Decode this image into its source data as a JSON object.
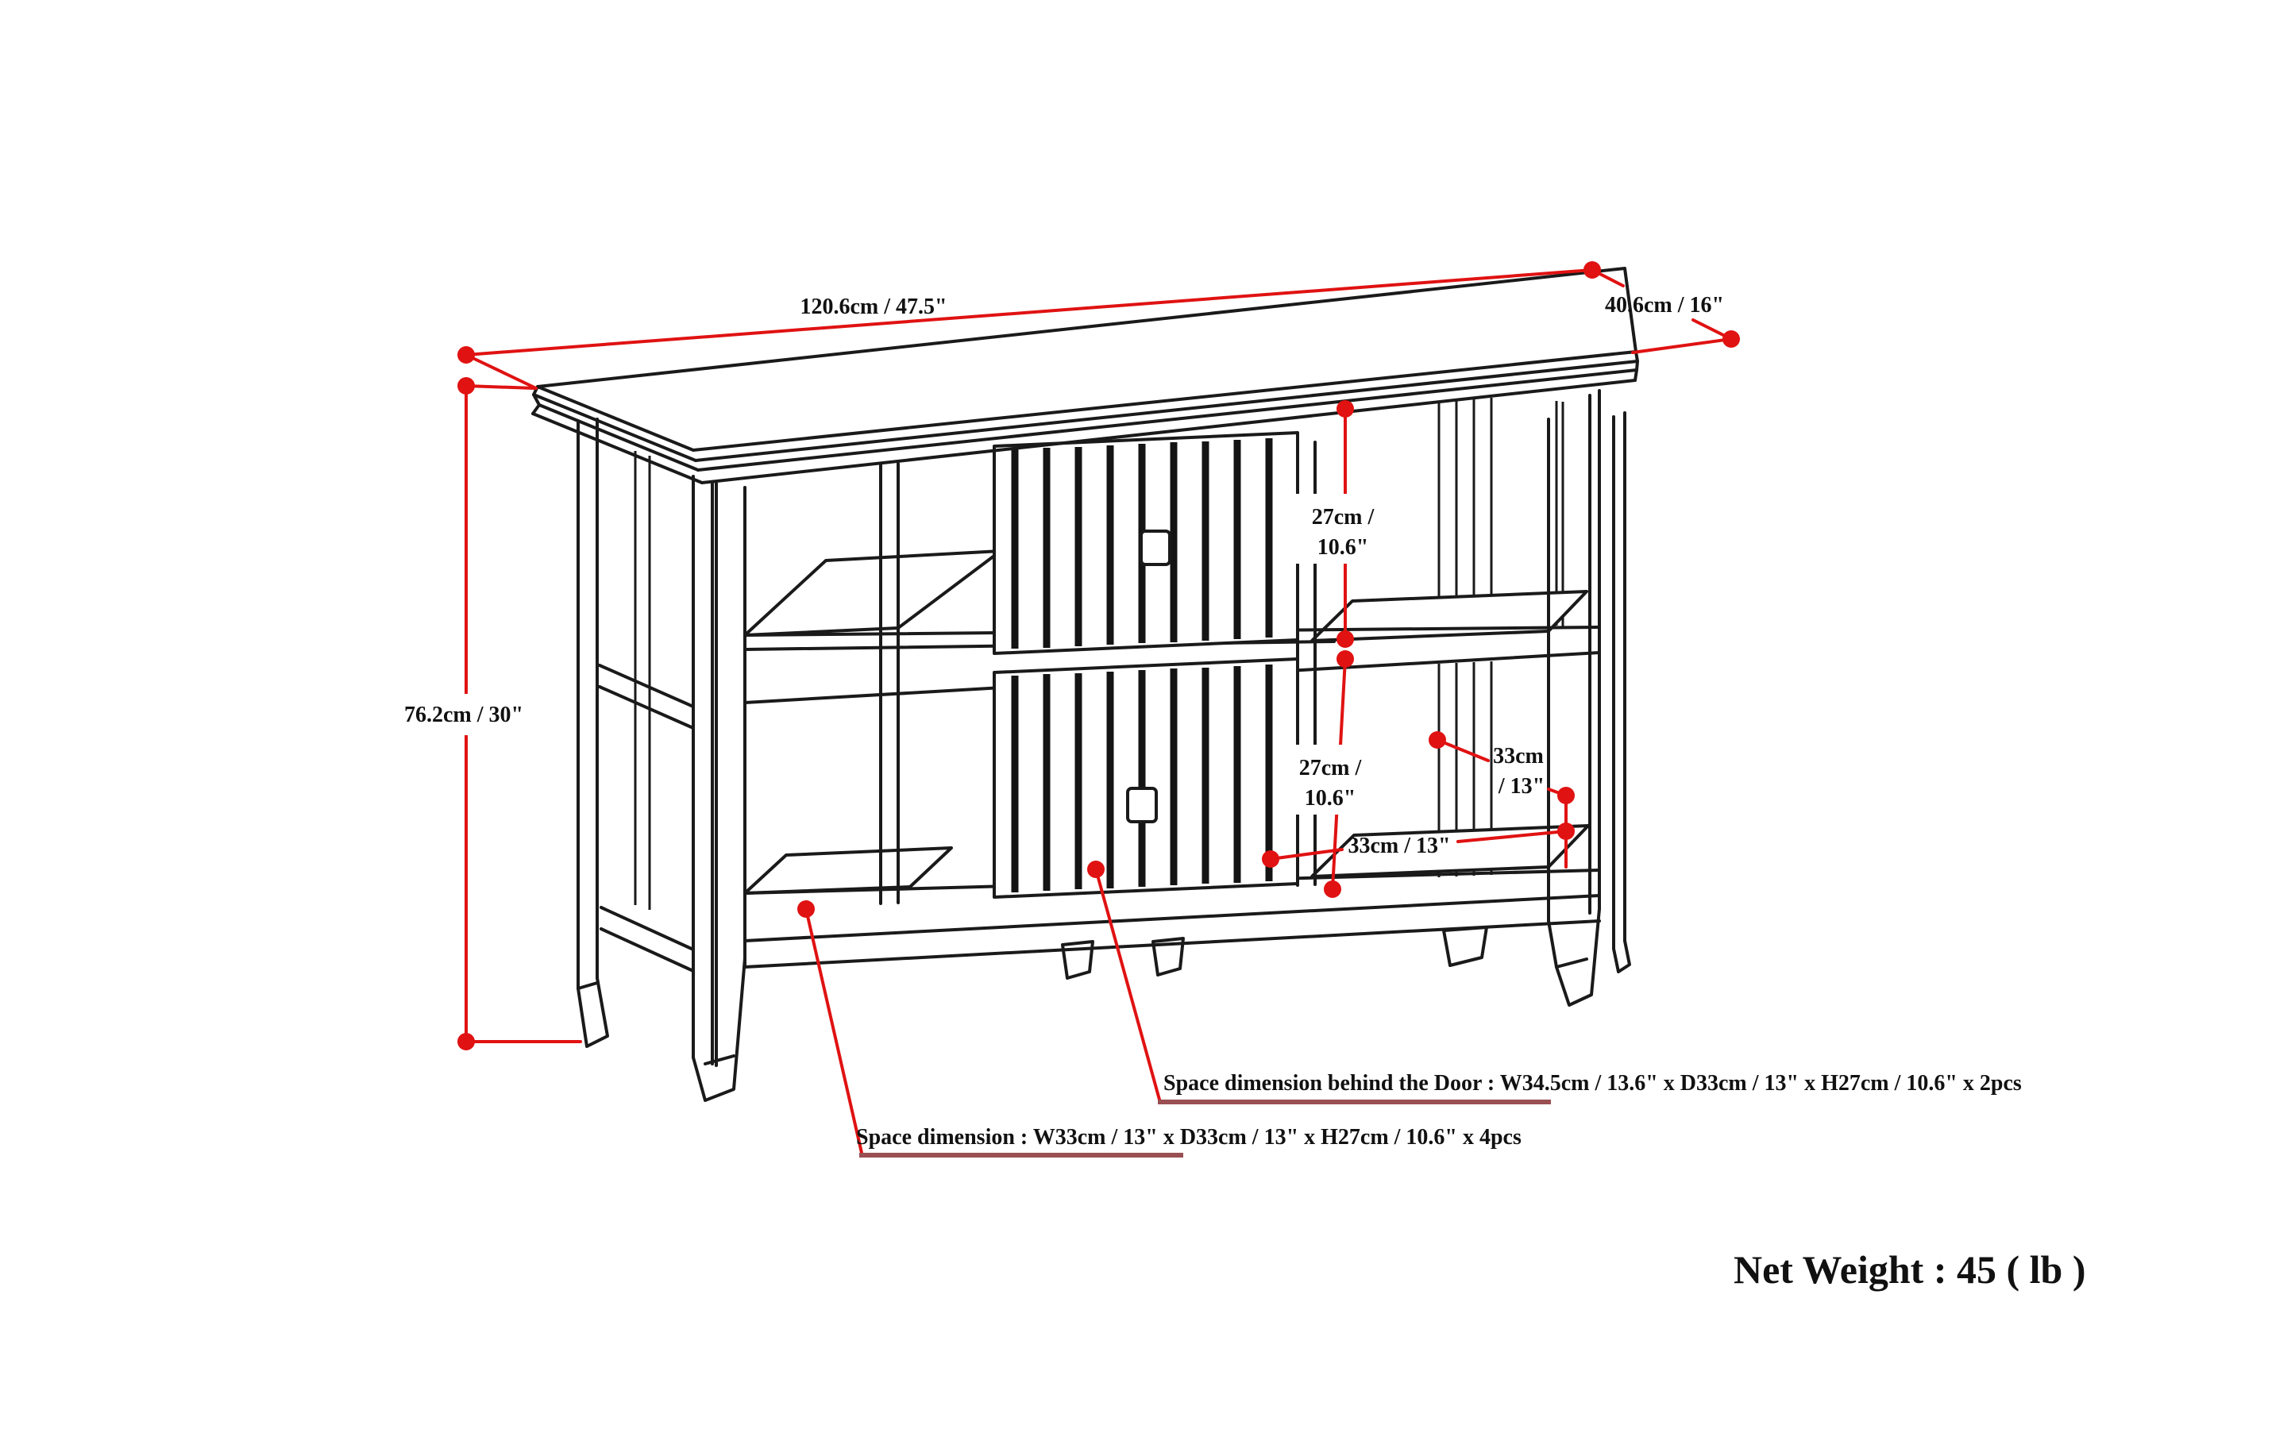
{
  "diagram": {
    "type": "furniture-dimension-line-drawing",
    "labels": {
      "overall_width": "120.6cm / 47.5\"",
      "overall_depth": "40.6cm / 16\"",
      "overall_height": "76.2cm / 30\"",
      "upper_opening_height_line1": "27cm /",
      "upper_opening_height_line2": "10.6\"",
      "lower_opening_height_line1": "27cm /",
      "lower_opening_height_line2": "10.6\"",
      "side_depth_line1": "33cm",
      "side_depth_line2": "/ 13\"",
      "shelf_width": "33cm / 13\"",
      "space_behind_door": "Space dimension behind the Door : W34.5cm / 13.6\" x D33cm / 13\" x H27cm / 10.6\" x 2pcs",
      "space_dimension": "Space dimension : W33cm / 13\" x D33cm / 13\" x H27cm / 10.6\" x 4pcs",
      "net_weight": "Net Weight : 45 ( lb )"
    },
    "colors": {
      "line": "#1a1a1a",
      "dimension_red": "#e01212",
      "underline_maroon": "#9a4f52",
      "background": "#ffffff"
    }
  }
}
